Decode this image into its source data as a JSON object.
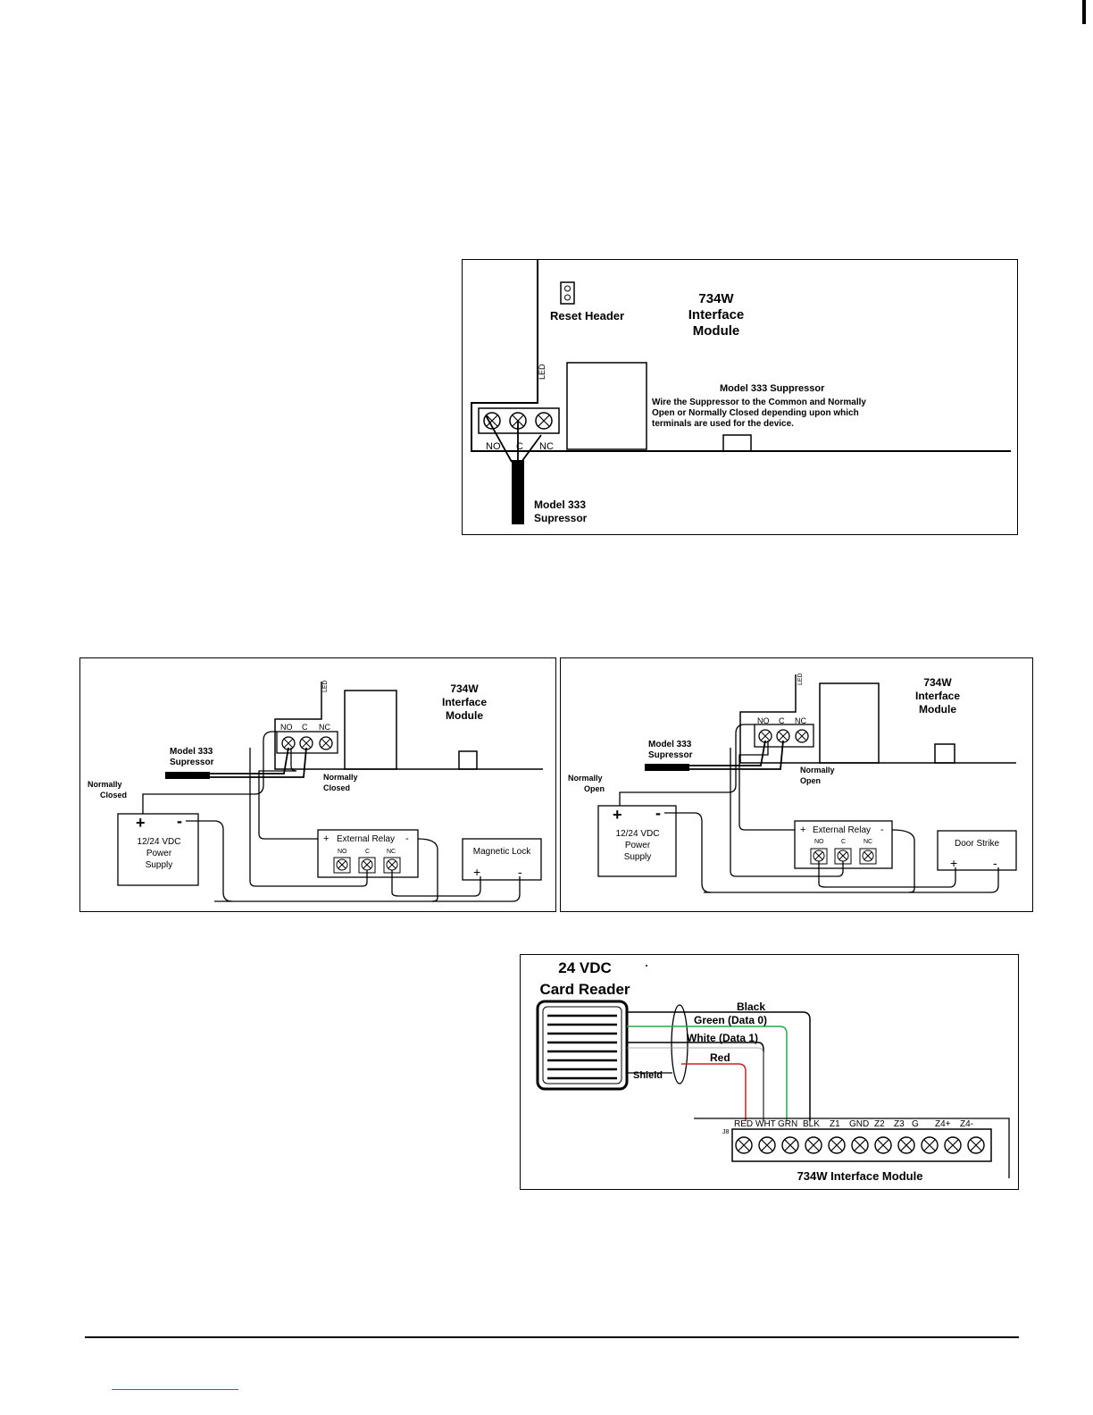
{
  "diagram_suppressor": {
    "module_title": [
      "734W",
      "Interface",
      "Module"
    ],
    "reset_header": "Reset Header",
    "led_label": "LED",
    "terminals": [
      "NO",
      "C",
      "NC"
    ],
    "note_title": "Model 333 Suppressor",
    "note_lines": [
      "Wire the Suppressor to the Common and Normally",
      "Open or Normally Closed depending upon which",
      "terminals are used for the device."
    ],
    "suppressor_label": [
      "Model 333",
      "Supressor"
    ]
  },
  "diagram_maglock": {
    "module_title": [
      "734W",
      "Interface",
      "Module"
    ],
    "led_label": "LED",
    "terminals": [
      "NO",
      "C",
      "NC"
    ],
    "suppressor_label": [
      "Model 333",
      "Supressor"
    ],
    "nc_label_left": [
      "Normally",
      "Closed"
    ],
    "nc_label_right": [
      "Normally",
      "Closed"
    ],
    "power_supply": [
      "12/24 VDC",
      "Power",
      "Supply"
    ],
    "plus": "+",
    "minus": "-",
    "relay_title": "External Relay",
    "relay_terminals": [
      "NO",
      "C",
      "NC"
    ],
    "device": "Magnetic Lock"
  },
  "diagram_strike": {
    "module_title": [
      "734W",
      "Interface",
      "Module"
    ],
    "led_label": "LED",
    "terminals": [
      "NO",
      "C",
      "NC"
    ],
    "suppressor_label": [
      "Model 333",
      "Supressor"
    ],
    "no_label_left": [
      "Normally",
      "Open"
    ],
    "no_label_right": [
      "Normally",
      "Open"
    ],
    "power_supply": [
      "12/24 VDC",
      "Power",
      "Supply"
    ],
    "plus": "+",
    "minus": "-",
    "relay_title": "External Relay",
    "relay_terminals": [
      "NO",
      "C",
      "NC"
    ],
    "device": "Door Strike"
  },
  "diagram_reader": {
    "reader_title": [
      "24 VDC",
      "Card Reader"
    ],
    "wires": [
      "Black",
      "Green (Data 0)",
      "White (Data 1)",
      "Red"
    ],
    "shield": "Shield",
    "jumper": "J8",
    "terminals": [
      "RED",
      "WHT",
      "GRN",
      "BLK",
      "Z1",
      "GND",
      "Z2",
      "Z3",
      "G",
      "Z4+",
      "Z4-"
    ],
    "module_name": "734W Interface Module",
    "colors": {
      "red": "#cc2222",
      "green": "#22aa44",
      "black": "#000000"
    }
  }
}
